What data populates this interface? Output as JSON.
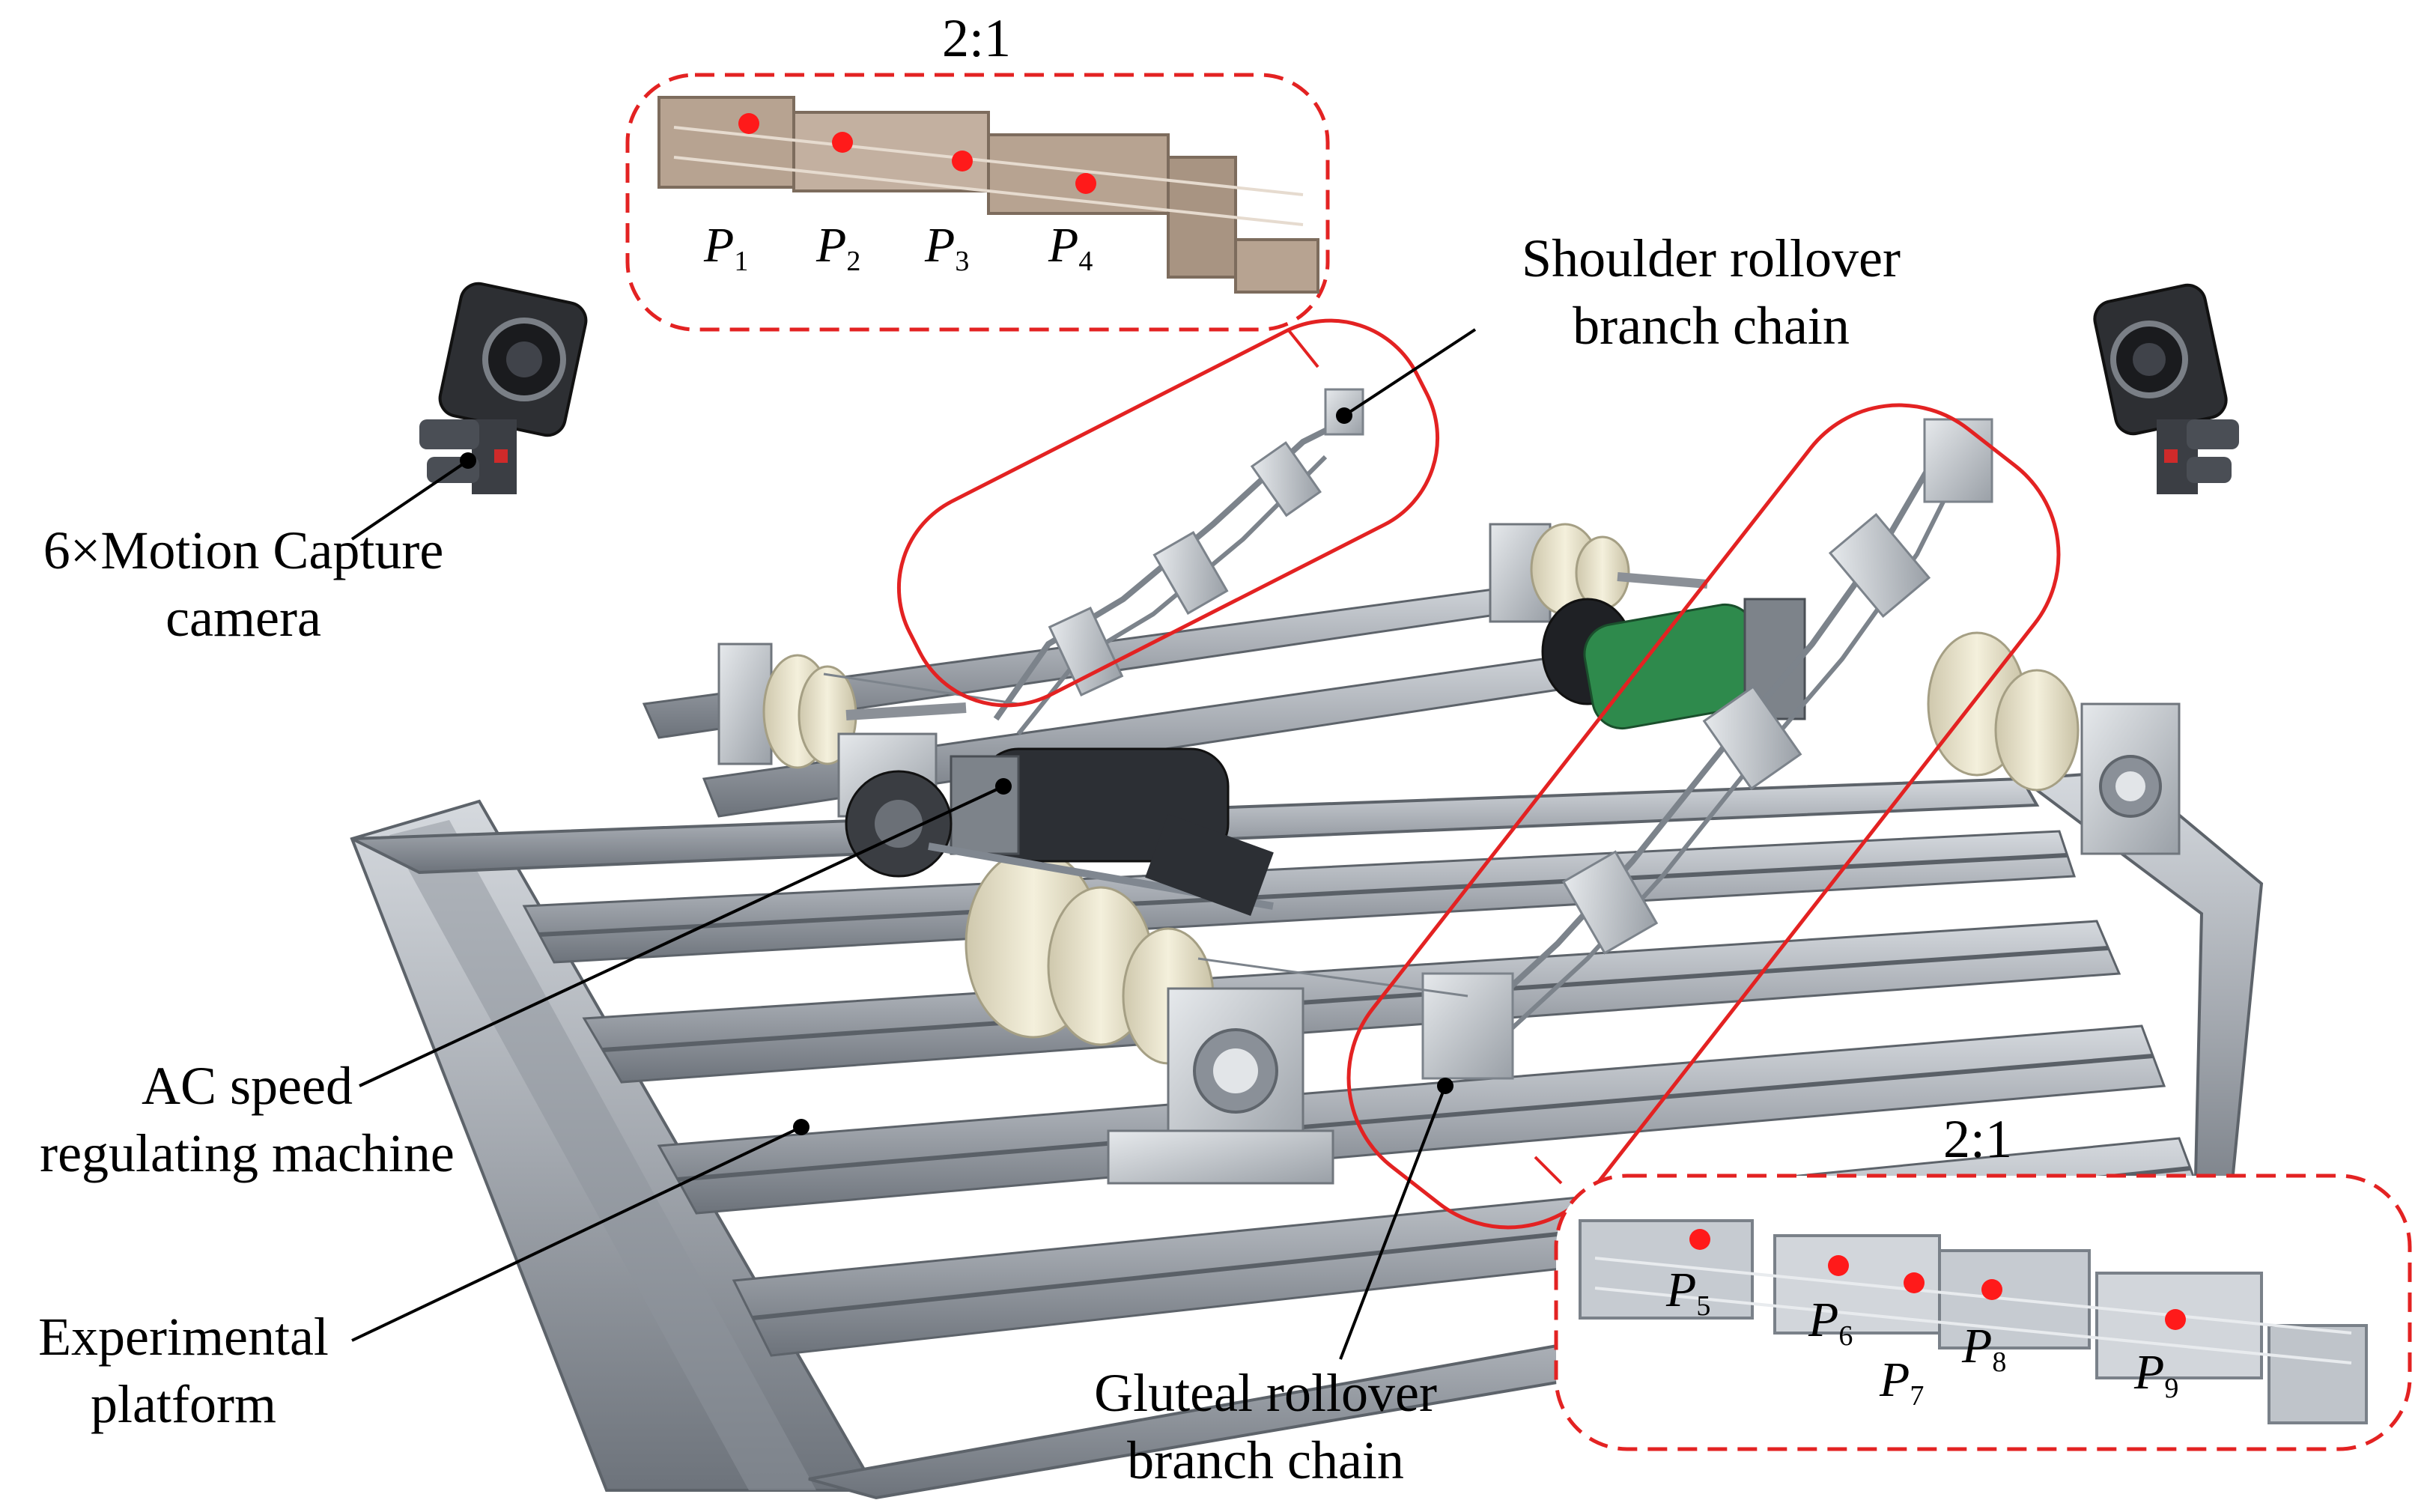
{
  "labels": {
    "ratio_top": "2:1",
    "ratio_bottom": "2:1",
    "shoulder": [
      "Shoulder rollover",
      "branch chain"
    ],
    "camera": [
      "6×Motion Capture",
      "camera"
    ],
    "ac_machine": [
      "AC speed",
      "regulating machine"
    ],
    "platform": [
      "Experimental",
      "platform"
    ],
    "gluteal": [
      "Gluteal rollover",
      "branch chain"
    ]
  },
  "points": [
    {
      "letter": "P",
      "sub": "1"
    },
    {
      "letter": "P",
      "sub": "2"
    },
    {
      "letter": "P",
      "sub": "3"
    },
    {
      "letter": "P",
      "sub": "4"
    },
    {
      "letter": "P",
      "sub": "5"
    },
    {
      "letter": "P",
      "sub": "6"
    },
    {
      "letter": "P",
      "sub": "7"
    },
    {
      "letter": "P",
      "sub": "8"
    },
    {
      "letter": "P",
      "sub": "9"
    }
  ],
  "colors": {
    "highlight": "#e32222",
    "marker": "#ff1a1a",
    "rail": "#a4a9b0",
    "rail_dark": "#6d737b",
    "nylon": "#ede8d2",
    "bracket": "#c6cbd1",
    "brass": "#b7a391",
    "motor": "#2c2f34",
    "motor_green": "#2e8a4c"
  }
}
